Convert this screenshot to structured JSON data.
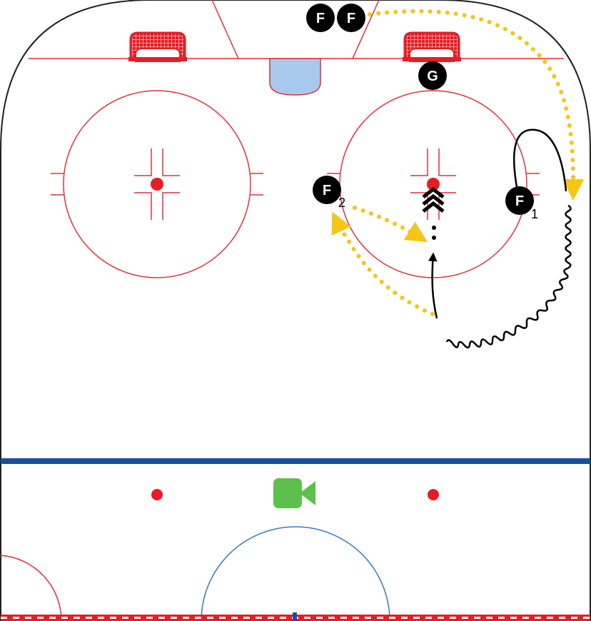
{
  "players": {
    "forward_top_left": {
      "label": "F"
    },
    "forward_top_right": {
      "label": "F"
    },
    "goalie": {
      "label": "G"
    },
    "forward_one": {
      "label": "F",
      "sub": "1"
    },
    "forward_two": {
      "label": "F",
      "sub": "2"
    }
  },
  "colors": {
    "rink_red": "#e0303c",
    "blue_line": "#1a4f9c",
    "crease_fill": "#a8c8ee",
    "pass_yellow": "#f5c518",
    "token_black": "#000000",
    "video_icon": "#5cc04c"
  },
  "icons": {
    "video": "video-camera-icon",
    "goal": "goal-net-icon",
    "puck_stack": "chevron-stack-icon"
  }
}
